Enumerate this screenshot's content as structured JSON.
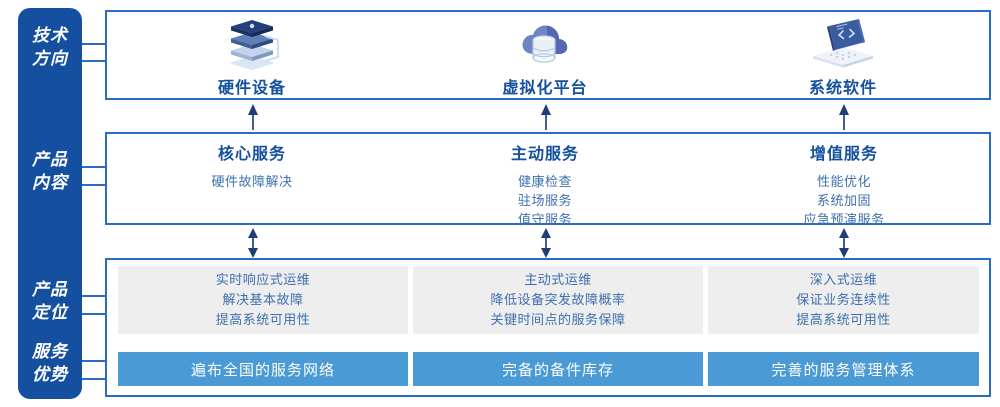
{
  "colors": {
    "rail_blue": "#14509f",
    "border_blue": "#2a6cc0",
    "title_blue": "#13509f",
    "text_blue": "#3f6fad",
    "bar_blue": "#4a9bd5",
    "card_grey": "#eeeeee"
  },
  "rail": {
    "labels": [
      {
        "name": "tech-direction",
        "lines": [
          "技术",
          "方向"
        ]
      },
      {
        "name": "product-content",
        "lines": [
          "产品",
          "内容"
        ]
      },
      {
        "name": "product-positioning",
        "lines": [
          "产品",
          "定位"
        ]
      },
      {
        "name": "service-advantage",
        "lines": [
          "服务",
          "优势"
        ]
      }
    ]
  },
  "tech_row": {
    "columns": [
      {
        "icon": "server-stack-icon",
        "title": "硬件设备"
      },
      {
        "icon": "cloud-database-icon",
        "title": "虚拟化平台"
      },
      {
        "icon": "laptop-code-icon",
        "title": "系统软件"
      }
    ]
  },
  "content_row": {
    "columns": [
      {
        "title": "核心服务",
        "items": [
          "硬件故障解决"
        ]
      },
      {
        "title": "主动服务",
        "items": [
          "健康检查",
          "驻场服务",
          "值守服务"
        ]
      },
      {
        "title": "增值服务",
        "items": [
          "性能优化",
          "系统加固",
          "应急预演服务"
        ]
      }
    ]
  },
  "positioning_row": {
    "cards": [
      {
        "lines": [
          "实时响应式运维",
          "解决基本故障",
          "提高系统可用性"
        ]
      },
      {
        "lines": [
          "主动式运维",
          "降低设备突发故障概率",
          "关键时间点的服务保障"
        ]
      },
      {
        "lines": [
          "深入式运维",
          "保证业务连续性",
          "提高系统可用性"
        ]
      }
    ]
  },
  "advantage_row": {
    "bars": [
      {
        "label": "遍布全国的服务网络"
      },
      {
        "label": "完备的备件库存"
      },
      {
        "label": "完善的服务管理体系"
      }
    ]
  },
  "arrows": {
    "upper": {
      "type": "single-up",
      "count": 3
    },
    "lower": {
      "type": "double-vertical",
      "count": 3
    }
  }
}
